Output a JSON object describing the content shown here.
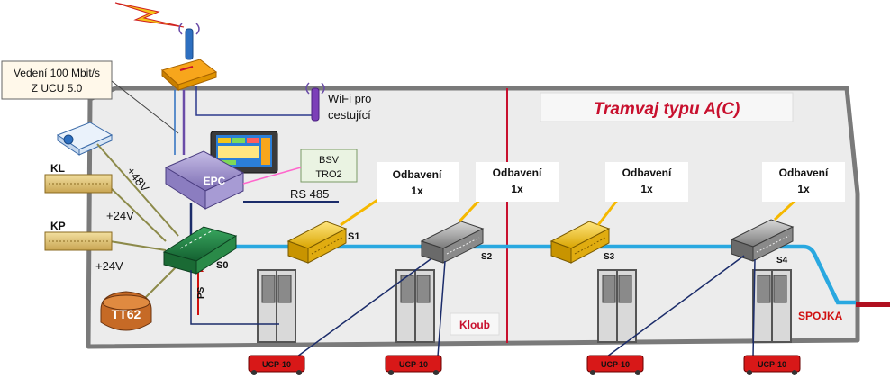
{
  "title": "Tramvaj typu A(C)",
  "callout": {
    "line1": "Vedení 100 Mbit/s",
    "line2": "Z UCU 5.0"
  },
  "wifi": {
    "line1": "WiFi pro",
    "line2": "cestující"
  },
  "epc_label": "EPC",
  "bsv": {
    "line1": "BSV",
    "line2": "TRO2"
  },
  "rs485_label": "RS 485",
  "voltages": {
    "v48": "+48V",
    "v24a": "+24V",
    "v24b": "+24V"
  },
  "devices": {
    "kl": "KL",
    "kp": "KP",
    "tt62": "TT62",
    "ps": "PS"
  },
  "switches": {
    "s0": "S0",
    "s1": "S1",
    "s2": "S2",
    "s3": "S3",
    "s4": "S4"
  },
  "equipment_label": {
    "line1": "Odbavení",
    "line2": "1x"
  },
  "joint_label": "Kloub",
  "coupler_label": "SPOJKA",
  "ucp_label": "UCP-10",
  "colors": {
    "tram_body": "#ececec",
    "tram_outline": "#777777",
    "ethernet_blue": "#29a8e0",
    "accent_red": "#c8102e",
    "switch_green": "#1e7a3c",
    "switch_yellow": "#f0c419",
    "switch_gray": "#9a9a9a",
    "epc_purple": "#9a8cc8"
  }
}
